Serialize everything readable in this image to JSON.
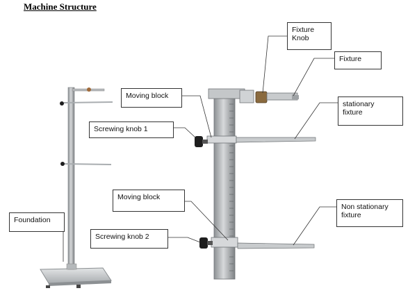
{
  "title": "Machine Structure",
  "labels": {
    "fixture_knob": "Fixture\nKnob",
    "fixture": "Fixture",
    "moving_block_1": "Moving block",
    "stationary_fixture": "stationary\nfixture",
    "screwing_knob_1": "Screwing knob 1",
    "moving_block_2": "Moving block",
    "non_stationary_fixture": "Non stationary\nfixture",
    "foundation": "Foundation",
    "screwing_knob_2": "Screwing knob 2"
  },
  "colors": {
    "metal": "#c9ccce",
    "metal_dark": "#9ea2a5",
    "knob": "#1e1e1e",
    "leader": "#333333"
  }
}
